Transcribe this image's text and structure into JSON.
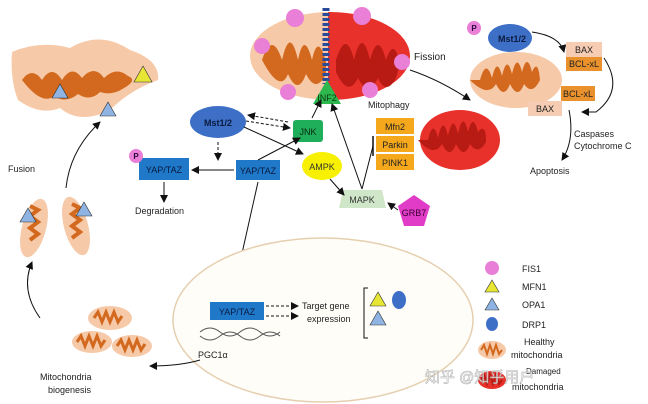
{
  "labels": {
    "fission": "Fission",
    "fusion": "Fusion",
    "mitophagy": "Mitophagy",
    "degradation": "Degradation",
    "apoptosis": "Apoptosis",
    "caspases": "Caspases",
    "cytochrome_c": "Cytochrome C",
    "pgc1a": "PGC1α",
    "biogenesis_1": "Mitochondria",
    "biogenesis_2": "biogenesis",
    "target_1": "Target gene",
    "target_2": "expression"
  },
  "nodes": {
    "mst_center": "Mst1/2",
    "mst_right": "Mst1/2",
    "jnk": "JNK",
    "ampk": "AMPK",
    "mapk": "MAPK",
    "grb7": "GRB7",
    "inf2": "INF2",
    "yap_center": "YAP/TAZ",
    "yap_phospho": "YAP/TAZ",
    "yap_nucleus": "YAP/TAZ",
    "phospho": "P",
    "mfn2": "Mfn2",
    "parkin": "Parkin",
    "pink1": "PINK1",
    "bax_top": "BAX",
    "bclxl_top": "BCL-xL",
    "bclxl_bottom": "BCL-xL",
    "bax_bottom": "BAX"
  },
  "legend": {
    "fis1": "FIS1",
    "mfn1": "MFN1",
    "opa1": "OPA1",
    "drp1": "DRP1",
    "healthy_1": "Healthy",
    "healthy_2": "mitochondria",
    "damaged_1": "Damaged",
    "damaged_2": "mitochondria"
  },
  "watermark": "知乎 @知乎用户",
  "colors": {
    "fis1": "#e97fd6",
    "mfn1": "#e8e634",
    "opa1": "#8fb4e3",
    "drp1": "#3e6fc6",
    "healthy_outer": "#f6c9a8",
    "healthy_inner": "#d2691e",
    "damaged": "#e8312a",
    "yap_box": "#1f78c8",
    "jnk": "#1fae5a",
    "ampk": "#f7f000",
    "mapk": "#cfe6c8",
    "grb7": "#e03cc8",
    "mitophagy_box": "#f5a81c",
    "bax": "#f6cdb2",
    "bclxl": "#e9912c",
    "nucleus_outline": "#e6cfb0"
  }
}
